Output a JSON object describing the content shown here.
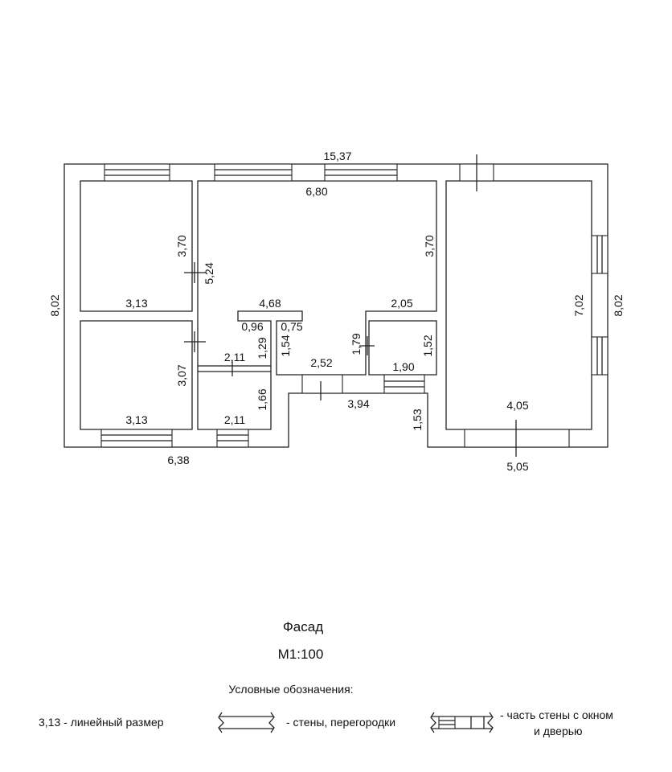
{
  "plan": {
    "overall_width": "15,37",
    "hall_width": "6,80",
    "left_height": "8,02",
    "right_height": "8,02",
    "right_room_height": "7,02",
    "right_room_width": "4,05",
    "right_bottom": "5,05",
    "bottom_left": "6,38",
    "room_tl_height": "3,70",
    "room_tl_width": "3,13",
    "partition_height": "5,24",
    "room_bl_height": "3,07",
    "room_bl_width": "3,13",
    "hall_right_height": "3,70",
    "hall_inner": "4,68",
    "hall_right_step": "2,05",
    "col_a": "0,96",
    "col_b": "0,75",
    "col_c_height": "1,29",
    "col_d_height": "1,54",
    "small_room_width": "2,11",
    "small_room_height": "1,66",
    "small_room_bottom": "2,11",
    "lobby_width": "2,52",
    "door_height": "1,79",
    "bath_height": "1,52",
    "bath_width": "1,90",
    "entry_width": "3,94",
    "entry_depth": "1,53"
  },
  "caption": {
    "facade": "Фасад",
    "scale": "М1:100",
    "legend_title": "Условные обозначения:"
  },
  "legend": {
    "linear_size": "3,13 - линейный размер",
    "walls": "- стены, перегородки",
    "window_door_line1": "- часть стены с окном",
    "window_door_line2": "и дверью"
  }
}
